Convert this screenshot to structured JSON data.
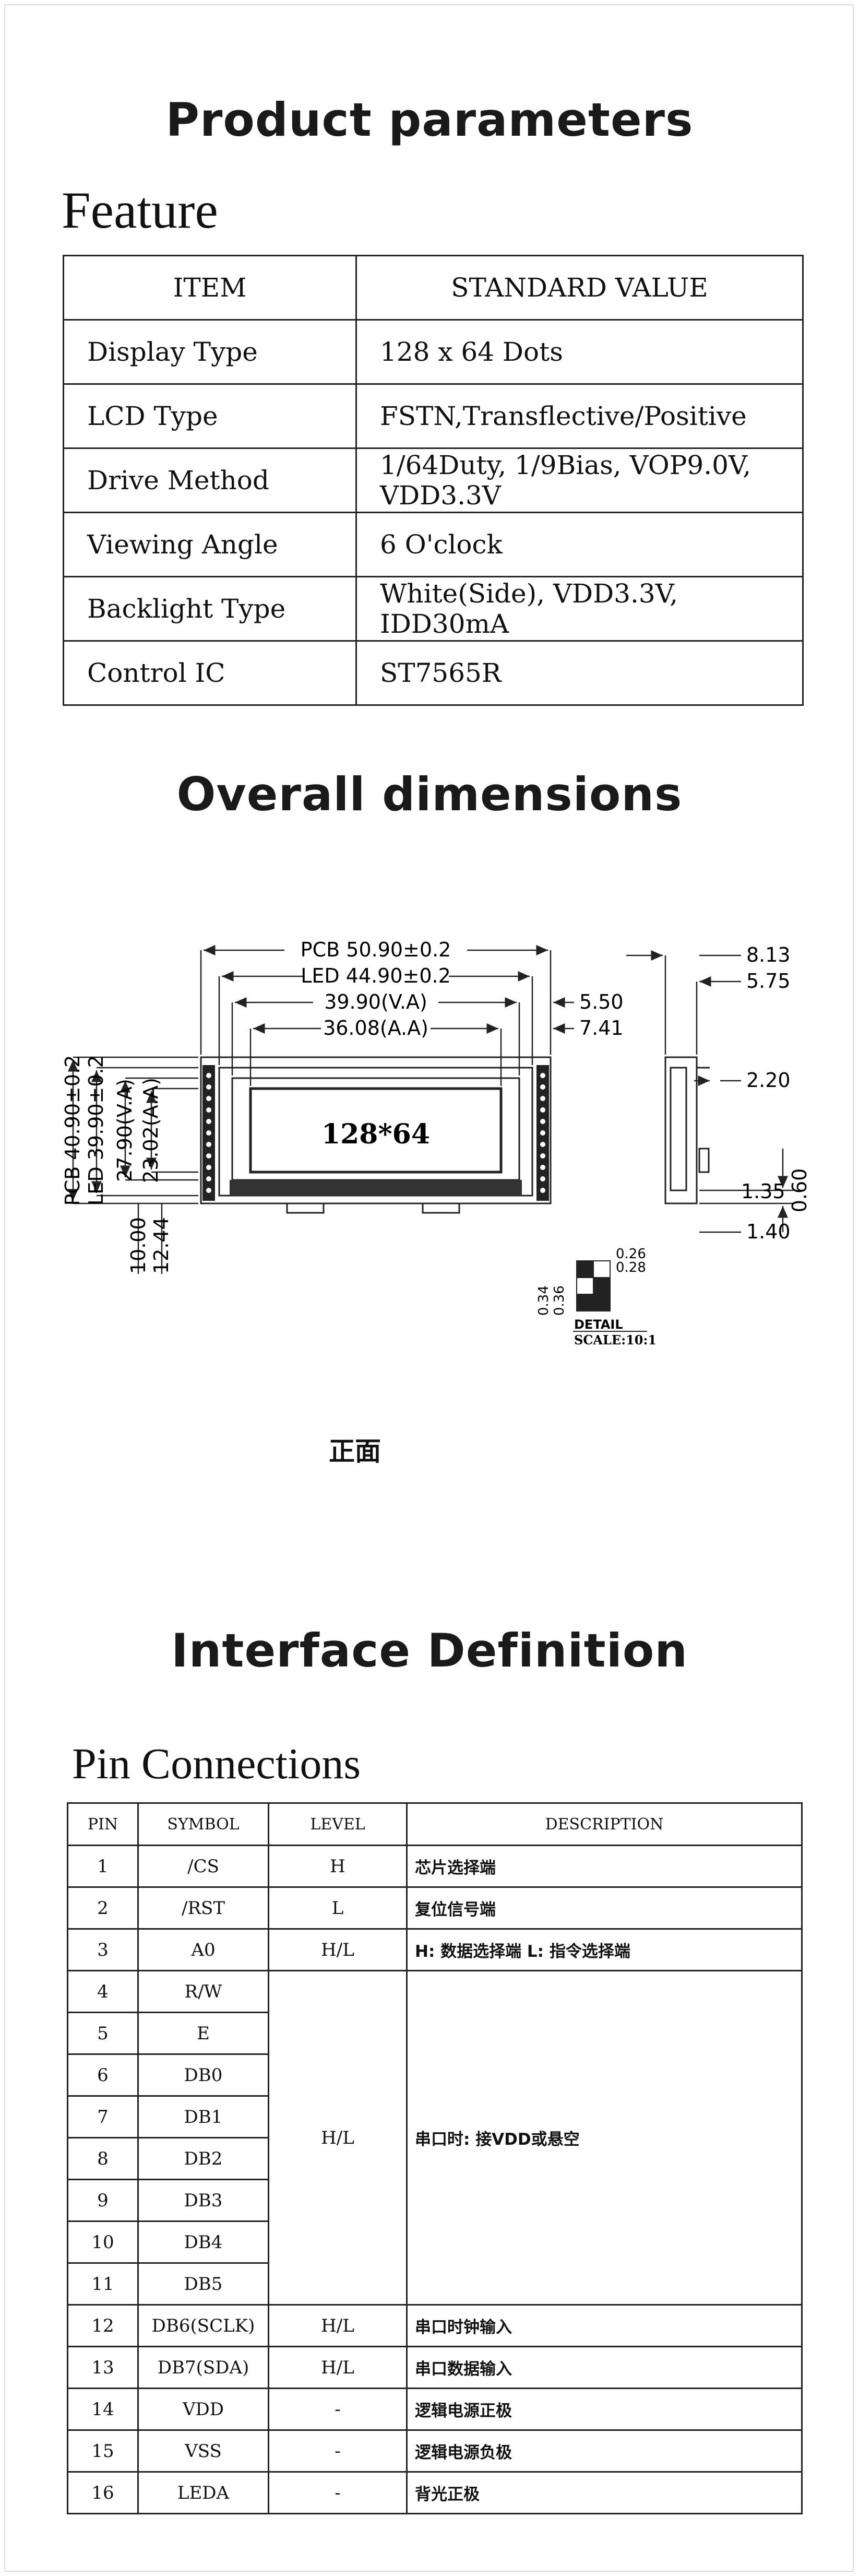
{
  "sections": {
    "product_parameters": "Product parameters",
    "feature": "Feature",
    "overall_dimensions": "Overall dimensions",
    "interface_definition": "Interface Definition",
    "pin_connections": "Pin Connections"
  },
  "feature_table": {
    "headers": [
      "ITEM",
      "STANDARD VALUE"
    ],
    "rows": [
      [
        "Display Type",
        "128 x 64 Dots"
      ],
      [
        "LCD Type",
        "FSTN,Transflective/Positive"
      ],
      [
        "Drive Method",
        "1/64Duty, 1/9Bias, VOP9.0V, VDD3.3V"
      ],
      [
        "Viewing Angle",
        "6 O'clock"
      ],
      [
        "Backlight Type",
        "White(Side), VDD3.3V, IDD30mA"
      ],
      [
        "Control IC",
        "ST7565R"
      ]
    ]
  },
  "drawing": {
    "pcb_width": "PCB 50.90±0.2",
    "led_width": "LED 44.90±0.2",
    "va_width": "39.90(V.A)",
    "aa_width": "36.08(A.A)",
    "pcb_height": "PCB 40.90±0.2",
    "led_height": "LED 39.90±0.2",
    "va_height": "27.90(V.A)",
    "aa_height": "23.02(A.A)",
    "off_1000": "10.00",
    "off_1244": "12.44",
    "right_550": "5.50",
    "right_741": "7.41",
    "center_label": "128*64",
    "front_label": "正面",
    "side_813": "8.13",
    "side_575": "5.75",
    "side_220": "2.20",
    "side_135": "1.35",
    "side_060": "0.60",
    "side_140": "1.40",
    "detail_026": "0.26",
    "detail_028": "0.28",
    "detail_034": "0.34",
    "detail_036": "0.36",
    "detail_label": "DETAIL",
    "detail_scale": "SCALE:10:1"
  },
  "pin_table": {
    "headers": [
      "PIN",
      "SYMBOL",
      "LEVEL",
      "DESCRIPTION"
    ],
    "rows": [
      {
        "pin": "1",
        "symbol": "/CS",
        "level": "H",
        "desc": "芯片选择端"
      },
      {
        "pin": "2",
        "symbol": "/RST",
        "level": "L",
        "desc": "复位信号端"
      },
      {
        "pin": "3",
        "symbol": "A0",
        "level": "H/L",
        "desc": "H: 数据选择端 L: 指令选择端"
      },
      {
        "pin": "4",
        "symbol": "R/W"
      },
      {
        "pin": "5",
        "symbol": "E"
      },
      {
        "pin": "6",
        "symbol": "DB0"
      },
      {
        "pin": "7",
        "symbol": "DB1"
      },
      {
        "pin": "8",
        "symbol": "DB2"
      },
      {
        "pin": "9",
        "symbol": "DB3"
      },
      {
        "pin": "10",
        "symbol": "DB4"
      },
      {
        "pin": "11",
        "symbol": "DB5"
      },
      {
        "pin": "12",
        "symbol": "DB6(SCLK)",
        "level": "H/L",
        "desc": "串口时钟输入"
      },
      {
        "pin": "13",
        "symbol": "DB7(SDA)",
        "level": "H/L",
        "desc": "串口数据输入"
      },
      {
        "pin": "14",
        "symbol": "VDD",
        "level": "-",
        "desc": "逻辑电源正极"
      },
      {
        "pin": "15",
        "symbol": "VSS",
        "level": "-",
        "desc": "逻辑电源负极"
      },
      {
        "pin": "16",
        "symbol": "LEDA",
        "level": "-",
        "desc": "背光正极"
      }
    ],
    "merged_level": "H/L",
    "merged_desc": "串口时: 接VDD或悬空"
  }
}
